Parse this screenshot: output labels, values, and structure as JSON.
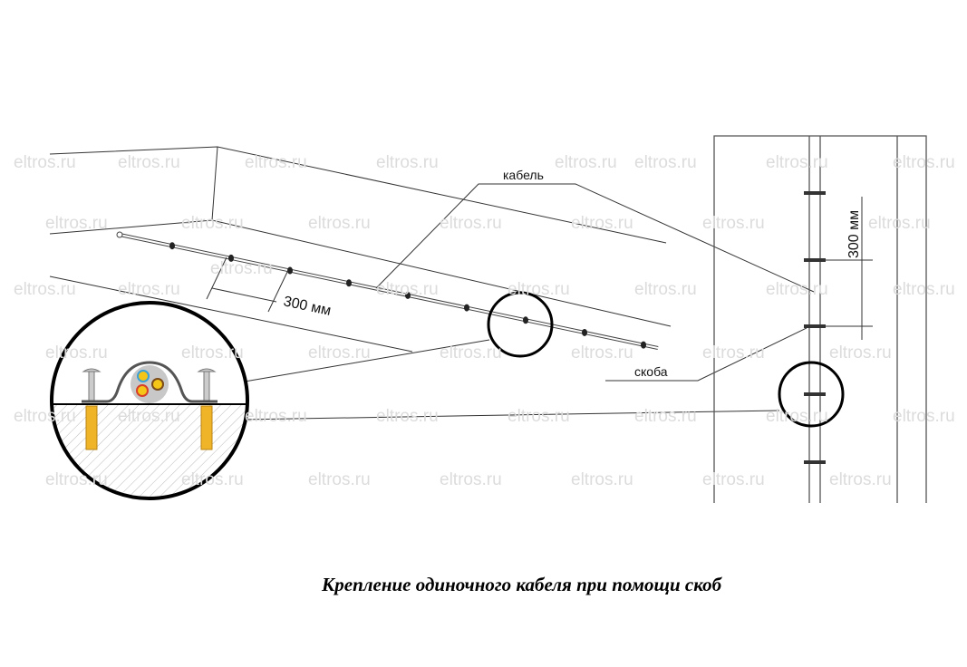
{
  "watermark": "eltros.ru",
  "labels": {
    "cable": "кабель",
    "clip": "скоба",
    "spacing_horizontal": "300 мм",
    "spacing_vertical": "300 мм"
  },
  "caption": "Крепление одиночного кабеля при помощи скоб",
  "colors": {
    "line": "#333333",
    "dowel": "#f0b429",
    "cable_sheath": "#c8c8c8",
    "core_blue": "#3aa0d8",
    "core_red": "#d8402a",
    "core_brown": "#7a4a1a"
  }
}
